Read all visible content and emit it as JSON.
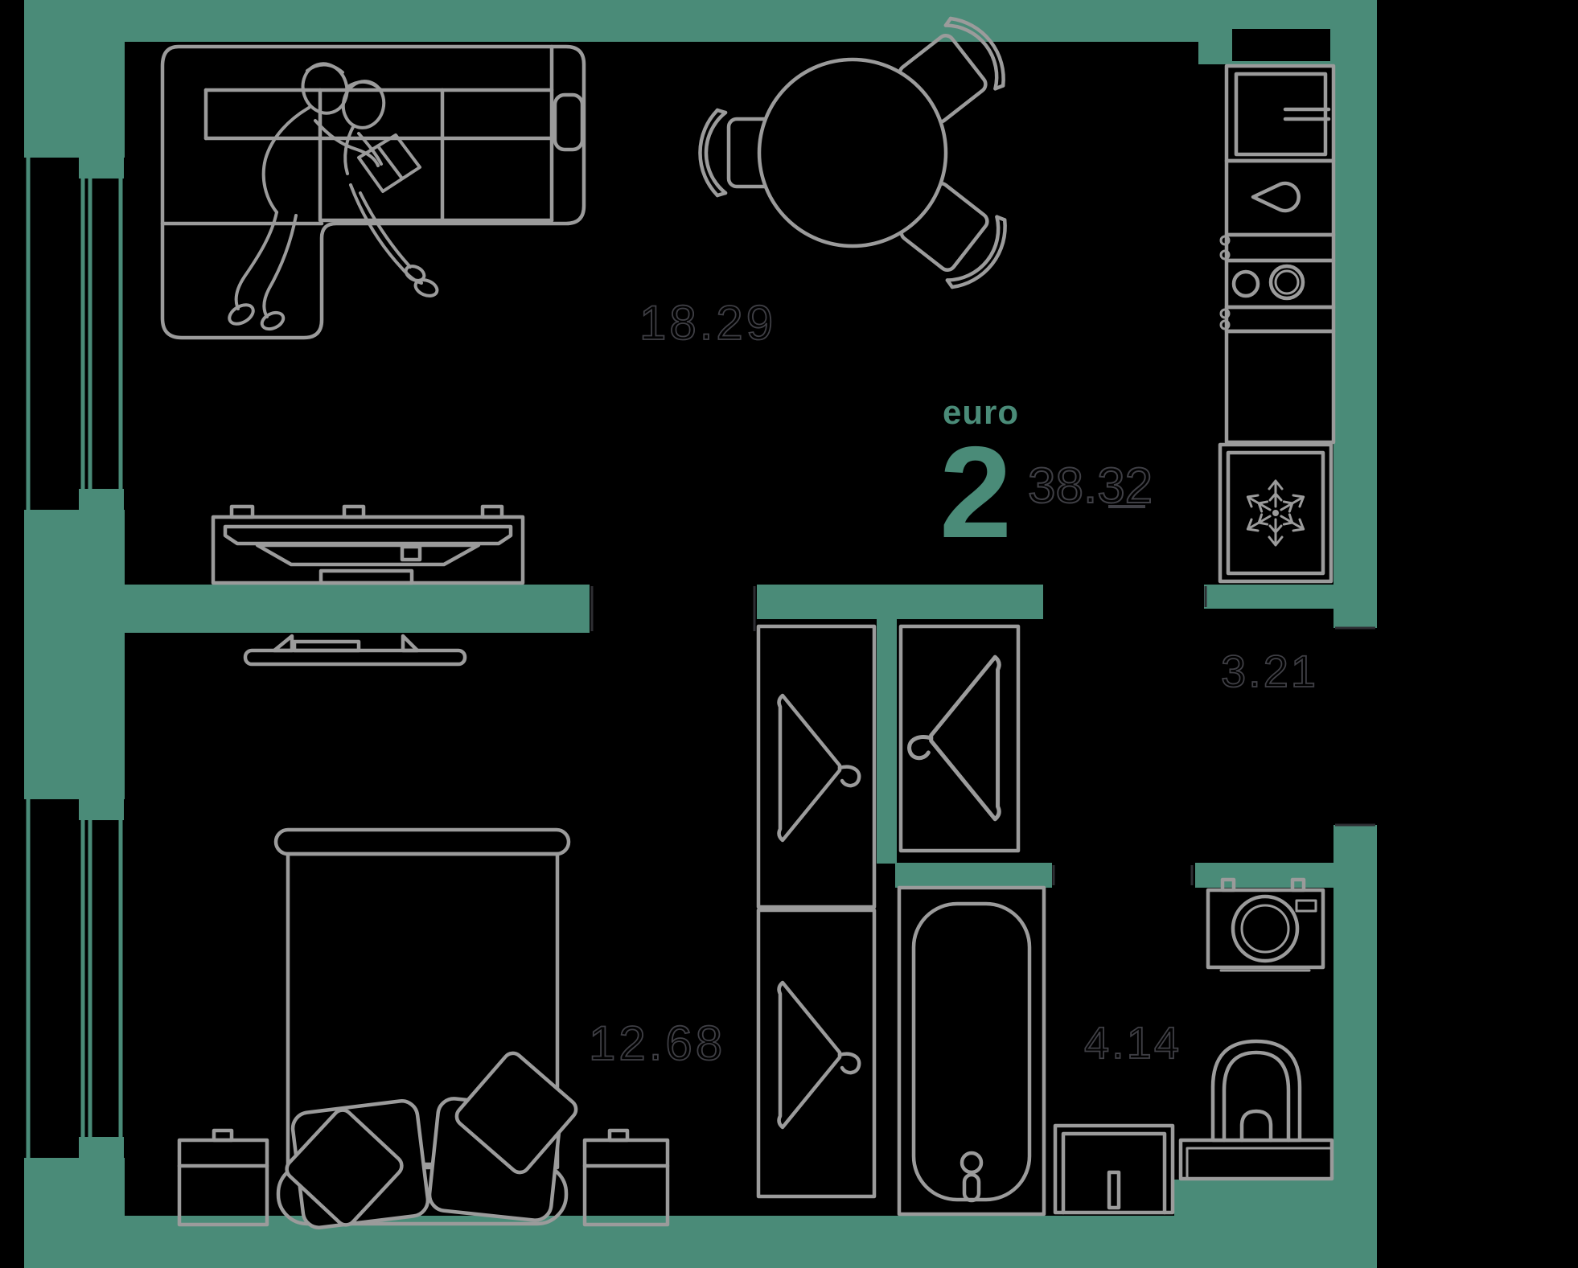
{
  "plan": {
    "unit": {
      "type_label": "euro",
      "rooms_count": "2",
      "total_area": "38.32"
    },
    "rooms": [
      {
        "id": "living-kitchen",
        "area": "18.29"
      },
      {
        "id": "bedroom",
        "area": "12.68"
      },
      {
        "id": "hallway",
        "area": "3.21"
      },
      {
        "id": "bathroom",
        "area": "4.14"
      }
    ],
    "colors": {
      "background": "#000000",
      "wall_accent": "#4A8B78",
      "furniture_line": "#9B9B9B",
      "area_text_outline": "#3F3F45"
    },
    "icons": [
      "snowflake-icon",
      "hanger-icon",
      "person-icon"
    ]
  }
}
